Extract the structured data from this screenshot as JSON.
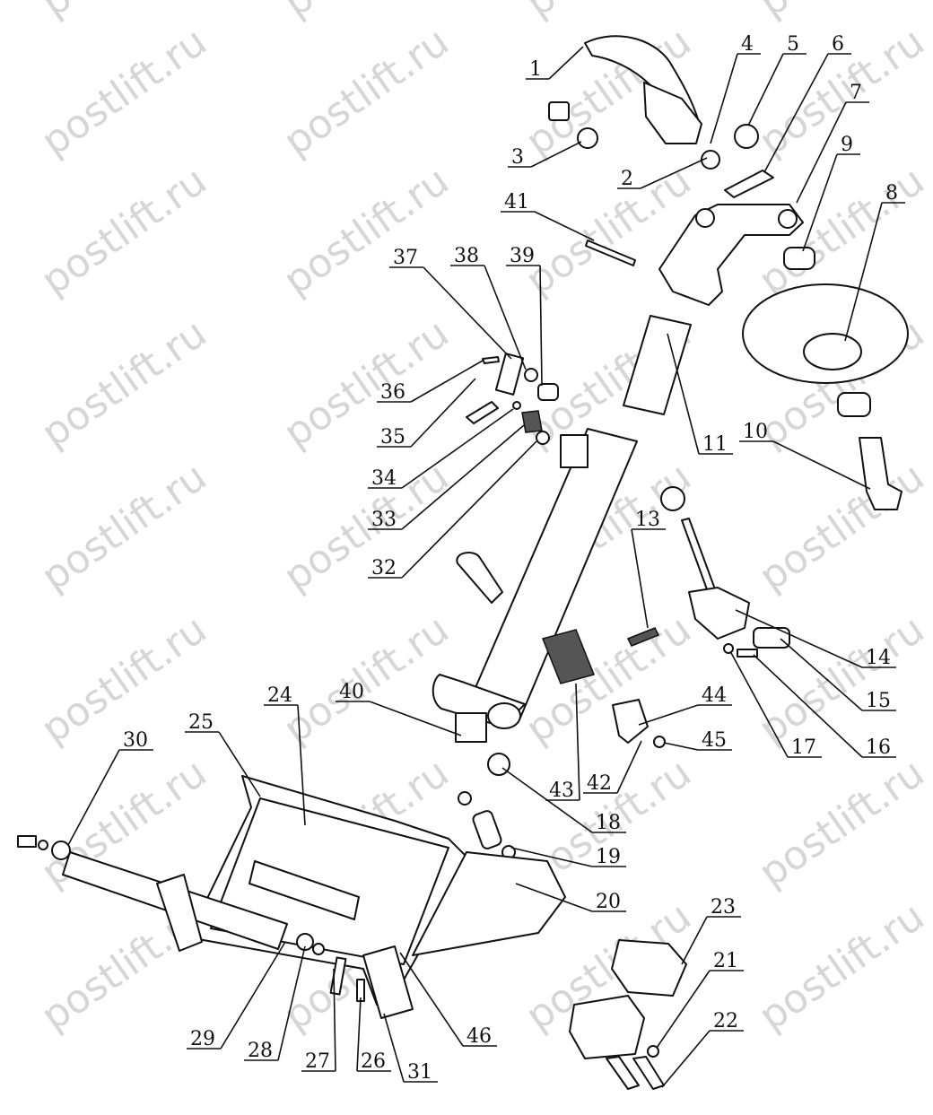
{
  "watermark": {
    "text": "postlift.ru"
  },
  "callouts": [
    {
      "label": "1"
    },
    {
      "label": "2"
    },
    {
      "label": "3"
    },
    {
      "label": "4"
    },
    {
      "label": "5"
    },
    {
      "label": "6"
    },
    {
      "label": "7"
    },
    {
      "label": "8"
    },
    {
      "label": "9"
    },
    {
      "label": "10"
    },
    {
      "label": "11"
    },
    {
      "label": "13"
    },
    {
      "label": "14"
    },
    {
      "label": "15"
    },
    {
      "label": "16"
    },
    {
      "label": "17"
    },
    {
      "label": "18"
    },
    {
      "label": "19"
    },
    {
      "label": "20"
    },
    {
      "label": "21"
    },
    {
      "label": "22"
    },
    {
      "label": "23"
    },
    {
      "label": "24"
    },
    {
      "label": "25"
    },
    {
      "label": "26"
    },
    {
      "label": "27"
    },
    {
      "label": "28"
    },
    {
      "label": "29"
    },
    {
      "label": "30"
    },
    {
      "label": "31"
    },
    {
      "label": "32"
    },
    {
      "label": "33"
    },
    {
      "label": "34"
    },
    {
      "label": "35"
    },
    {
      "label": "36"
    },
    {
      "label": "37"
    },
    {
      "label": "38"
    },
    {
      "label": "39"
    },
    {
      "label": "40"
    },
    {
      "label": "41"
    },
    {
      "label": "42"
    },
    {
      "label": "43"
    },
    {
      "label": "44"
    },
    {
      "label": "45"
    },
    {
      "label": "46"
    }
  ]
}
